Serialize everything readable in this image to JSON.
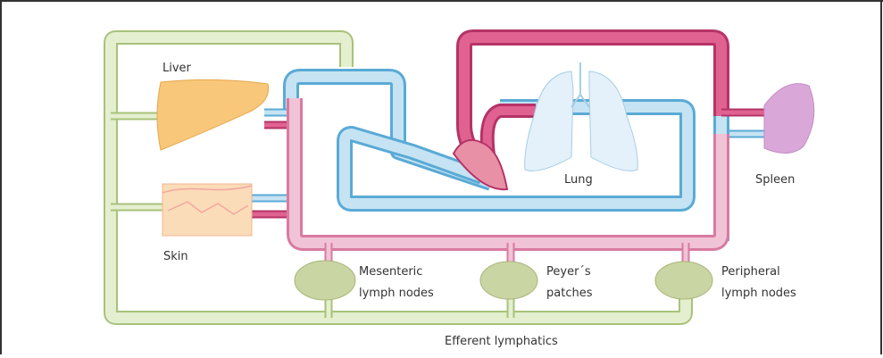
{
  "labels": {
    "liver": "Liver",
    "skin": "Skin",
    "lung": "Lung",
    "spleen": "Spleen",
    "mesenteric": [
      "Mesenteric",
      "lymph nodes"
    ],
    "peyers": [
      "Peyer´s",
      "patches"
    ],
    "peripheral": [
      "Peripheral",
      "lymph nodes"
    ],
    "efferent": "Efferent lymphatics"
  },
  "colors": {
    "lymph_vessel": "#e4efcf",
    "lymph_border": "#a8c27a",
    "venous_vessel": "#c5e3f2",
    "venous_border": "#5aaad6",
    "arterial_vessel": "#e06290",
    "arterial_border": "#b53367",
    "mixed_vessel": "#f0c3d6",
    "liver": "#f9c77a",
    "skin": "#fbdcb8",
    "skin_wave": "#f2a6a0",
    "lung": "#e4f1fa",
    "spleen": "#d9a8d8",
    "lymph_node": "#c9d5a3",
    "heart": "#e891a6"
  }
}
